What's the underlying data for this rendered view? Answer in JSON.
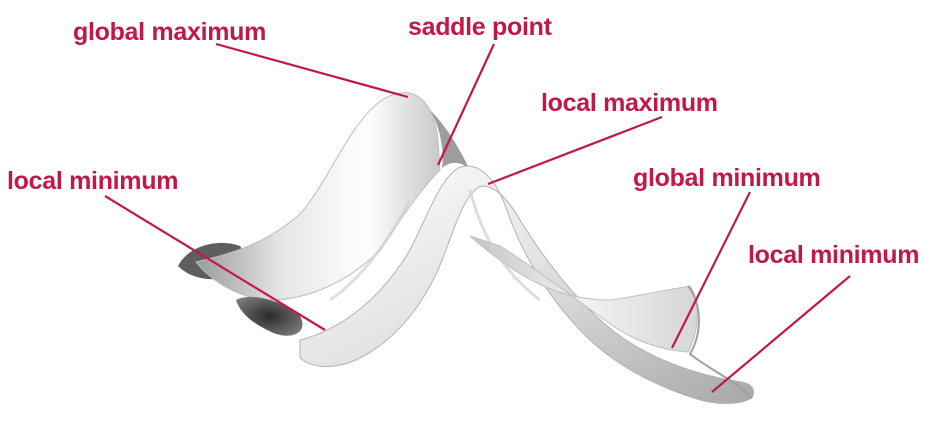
{
  "colors": {
    "label": "#c1184a",
    "leader_line": "#c1184a",
    "surface_light": "#ffffff",
    "surface_mid": "#d8d8d8",
    "surface_dark": "#5a5a5a",
    "background": "#ffffff"
  },
  "labels": {
    "global_maximum": "global maximum",
    "saddle_point": "saddle point",
    "local_maximum": "local maximum",
    "local_minimum_left": "local minimum",
    "global_minimum": "global minimum",
    "local_minimum_right": "local minimum"
  }
}
